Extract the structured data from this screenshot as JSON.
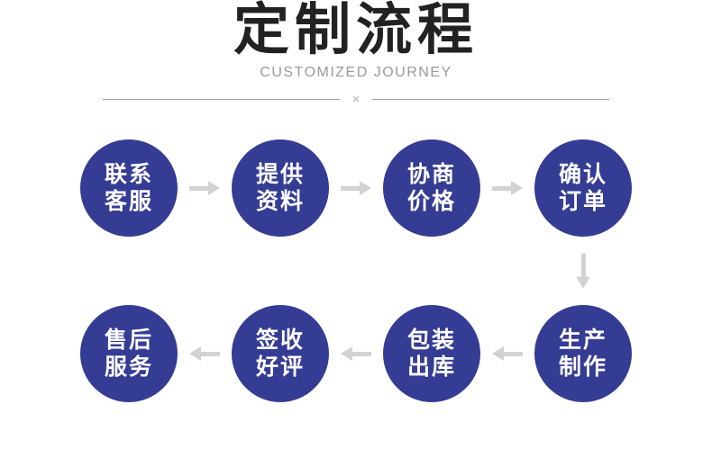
{
  "header": {
    "title": "定制流程",
    "subtitle": "CUSTOMIZED JOURNEY",
    "divider_mark": "×"
  },
  "colors": {
    "circle": "#353c94",
    "circle_text": "#ffffff",
    "title": "#222222",
    "subtitle": "#9a9a9a",
    "arrow": "#d2d2d2",
    "divider": "#a3a3a3",
    "xmark": "#b3b3b3",
    "bg": "#ffffff"
  },
  "flow": {
    "row1_arrow_direction": "right",
    "row2_arrow_direction": "left",
    "connector_arrow_direction": "down",
    "row1": [
      {
        "line1": "联系",
        "line2": "客服"
      },
      {
        "line1": "提供",
        "line2": "资料"
      },
      {
        "line1": "协商",
        "line2": "价格"
      },
      {
        "line1": "确认",
        "line2": "订单"
      }
    ],
    "row2": [
      {
        "line1": "售后",
        "line2": "服务"
      },
      {
        "line1": "签收",
        "line2": "好评"
      },
      {
        "line1": "包装",
        "line2": "出库"
      },
      {
        "line1": "生产",
        "line2": "制作"
      }
    ]
  }
}
